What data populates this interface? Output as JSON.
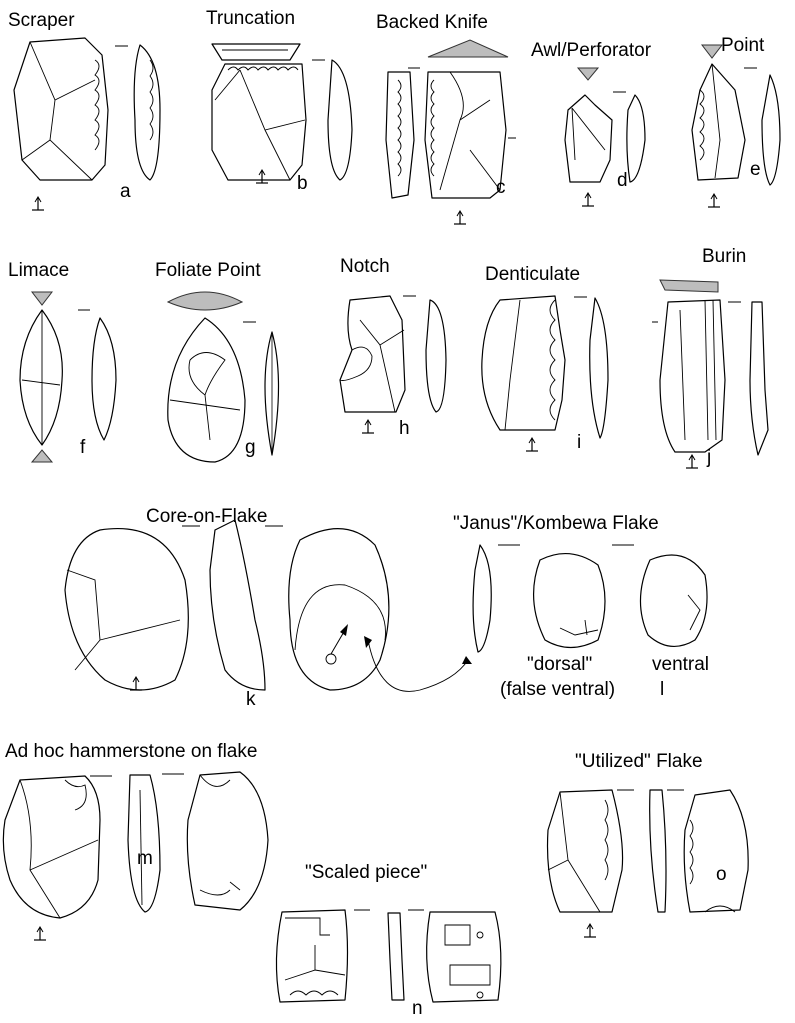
{
  "tools": [
    {
      "name": "Scraper",
      "letter": "a"
    },
    {
      "name": "Truncation",
      "letter": "b"
    },
    {
      "name": "Backed Knife",
      "letter": "c"
    },
    {
      "name": "Awl/Perforator",
      "letter": "d"
    },
    {
      "name": "Point",
      "letter": "e"
    },
    {
      "name": "Limace",
      "letter": "f"
    },
    {
      "name": "Foliate Point",
      "letter": "g"
    },
    {
      "name": "Notch",
      "letter": "h"
    },
    {
      "name": "Denticulate",
      "letter": "i"
    },
    {
      "name": "Burin",
      "letter": "j"
    },
    {
      "name": "Core-on-Flake",
      "letter": "k"
    },
    {
      "name": "\"Janus\"/Kombewa Flake",
      "letter": "l"
    },
    {
      "name": "Ad hoc hammerstone on flake",
      "letter": "m"
    },
    {
      "name": "\"Scaled piece\"",
      "letter": "n"
    },
    {
      "name": "\"Utilized\" Flake",
      "letter": "o"
    }
  ],
  "janus_captions": {
    "dorsal": "\"dorsal\"",
    "false_ventral": "(false ventral)",
    "ventral": "ventral"
  },
  "colors": {
    "shading": "#bdbdbd",
    "line": "#000000"
  }
}
